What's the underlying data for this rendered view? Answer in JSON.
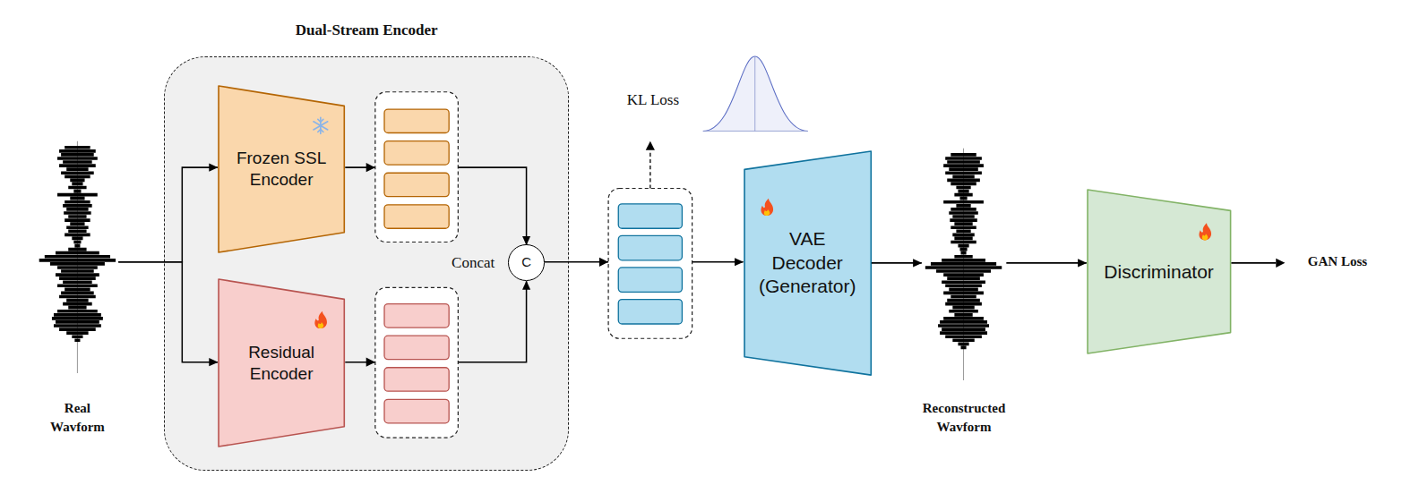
{
  "diagram": {
    "nodes": [
      {
        "text": [
          "Real Wavform"
        ]
      },
      {
        "text": [
          "Dual-Stream Encoder"
        ]
      },
      {
        "text": [
          "Frozen SSL Encoder"
        ],
        "in": 1
      },
      {
        "text": [
          "Residual Encoder"
        ],
        "in": 1
      },
      {
        "text": [
          "C",
          "Concat"
        ],
        "in": 1
      },
      {
        "text": [
          "VAE Decoder (Generator)"
        ]
      },
      {
        "text": [
          "Reconstructed Wavform"
        ]
      },
      {
        "text": [
          "Discriminator"
        ]
      }
    ],
    "edges": [
      {
        "from": 0,
        "to": 2,
        "arrow": "to"
      },
      {
        "from": 0,
        "to": 3,
        "arrow": "to"
      },
      {
        "from": 2,
        "to": 4,
        "arrow": "to"
      },
      {
        "from": 3,
        "to": 4,
        "arrow": "to"
      },
      {
        "from": 4,
        "to": 5,
        "arrow": "to"
      },
      {
        "from": 5,
        "to": 6,
        "arrow": "to"
      },
      {
        "from": 6,
        "to": 7,
        "arrow": "to"
      }
    ],
    "labels": [
      "KL Loss",
      "GAN Loss"
    ]
  }
}
